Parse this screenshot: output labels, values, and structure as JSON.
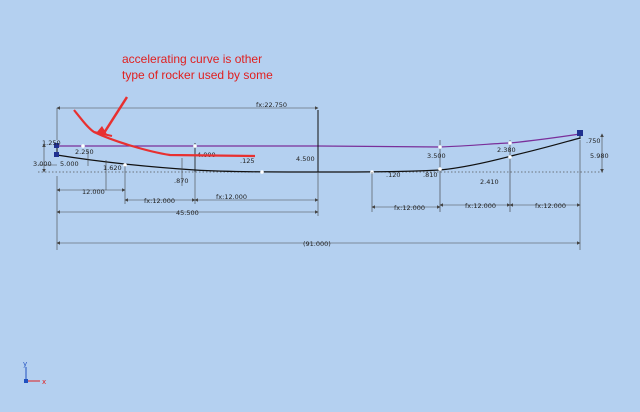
{
  "annotation": {
    "line1": "accelerating curve is other",
    "line2": "type of rocker used by some",
    "color": "#e83030"
  },
  "colors": {
    "background": "#b4d0f0",
    "profile_top": "#7a2f9a",
    "profile_bottom": "#111111",
    "dimension_line": "#444444",
    "axis_x": "#e02020",
    "axis_y": "#2050c0"
  },
  "dimensions": {
    "d_1250": "1.250",
    "d_3000": "3.000",
    "d_5000": "5.000",
    "d_2250": "2.250",
    "d_1620": "1.620",
    "d_0870": ".870",
    "d_4000": "4.000",
    "d_0125": ".125",
    "d_4500": "4.500",
    "d_0120": ".120",
    "d_0810": ".810",
    "d_3500": "3.500",
    "d_2380": "2.380",
    "d_0750": ".750",
    "d_5980": "5.980",
    "d_2410": "2.410",
    "d_12000": "12.000",
    "fx_12000_a": "fx:12.000",
    "fx_12000_b": "fx:12.000",
    "fx_12000_c": "fx:12.000",
    "fx_12000_d": "fx:12.000",
    "fx_12000_e": "fx:12.000",
    "fx_22750": "fx:22.750",
    "d_45500": "45.500",
    "d_91000": "(91.000)"
  },
  "triad": {
    "x_label": "x",
    "y_label": "y"
  }
}
